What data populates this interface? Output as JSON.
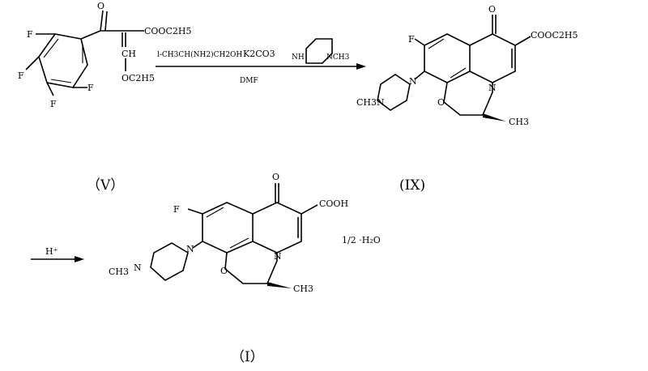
{
  "compound_v": {
    "label": "（V）",
    "atoms": {
      "o_ketone": "O",
      "ester": "COOC2H5",
      "ch": "CH",
      "ethoxy": "OC2H5",
      "f1": "F",
      "f2": "F",
      "f3": "F",
      "f4": "F"
    }
  },
  "step1": {
    "reagent_1": "l-CH3CH(NH2)CH2OH",
    "reagent_2": "K2CO3",
    "reagent_3_nh": "NH",
    "reagent_3_nch3": "NCH3",
    "solvent": "DMF"
  },
  "compound_ix": {
    "label": "(IX)",
    "atoms": {
      "o_ketone": "O",
      "ester": "COOC2H5",
      "f": "F",
      "n_pip": "N",
      "ch3_n": "CH3N",
      "n_ring": "N",
      "o_ring": "O",
      "ch3": "CH3"
    }
  },
  "step2": {
    "reagent": "H⁺"
  },
  "compound_i": {
    "label": "（Ⅰ）",
    "hydrate": "1/2 ·H₂O",
    "atoms": {
      "o_ketone": "O",
      "acid": "COOH",
      "f": "F",
      "n_pip": "N",
      "ch3": "CH3",
      "n_pip2": "N",
      "n_ring": "N",
      "o_ring": "O",
      "ch3_2": "CH3"
    }
  }
}
